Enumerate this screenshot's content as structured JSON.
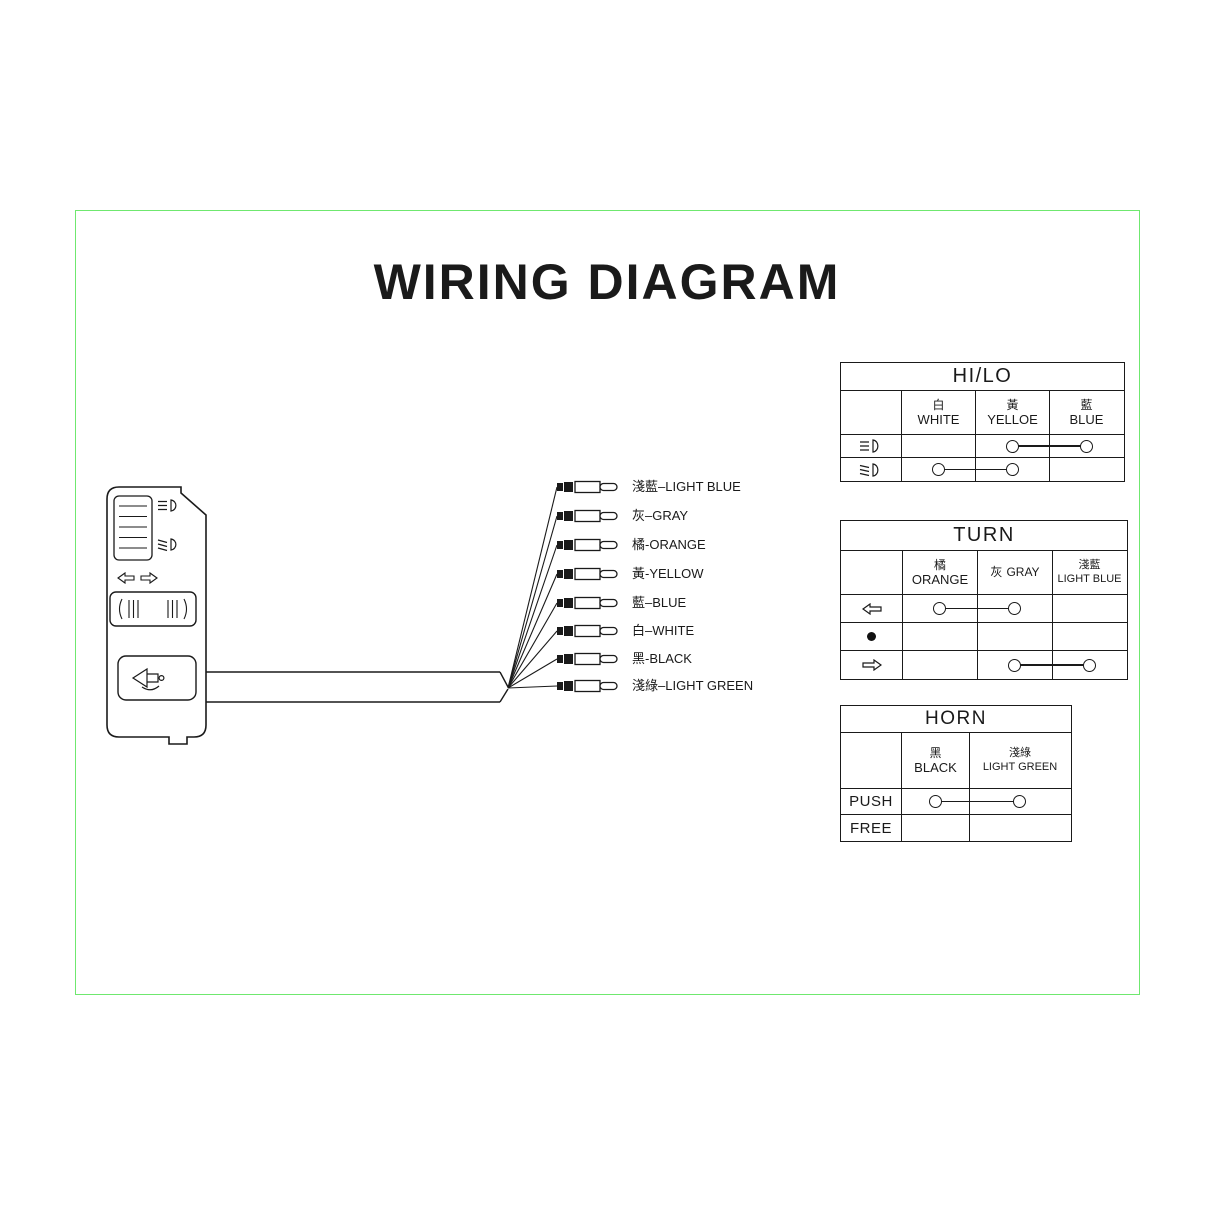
{
  "title": "WIRING DIAGRAM",
  "colors": {
    "frame_green": "#6fe86f",
    "ink": "#1a1a1a"
  },
  "wires": [
    {
      "label": "淺藍–LIGHT BLUE"
    },
    {
      "label": "灰–GRAY"
    },
    {
      "label": "橘-ORANGE"
    },
    {
      "label": "黃-YELLOW"
    },
    {
      "label": "藍–BLUE"
    },
    {
      "label": "白–WHITE"
    },
    {
      "label": "黑-BLACK"
    },
    {
      "label": "淺綠–LIGHT GREEN"
    }
  ],
  "tables": {
    "hilo": {
      "title": "HI/LO",
      "columns": [
        {
          "cn": "白",
          "en": "WHITE"
        },
        {
          "cn": "黃",
          "en": "YELLOE"
        },
        {
          "cn": "藍",
          "en": "BLUE"
        }
      ],
      "rows": [
        {
          "icon": "high-beam-icon",
          "connections": [
            "YELLOE",
            "BLUE"
          ]
        },
        {
          "icon": "low-beam-icon",
          "connections": [
            "WHITE",
            "YELLOE"
          ]
        }
      ]
    },
    "turn": {
      "title": "TURN",
      "columns": [
        {
          "cn": "橘",
          "en": "ORANGE"
        },
        {
          "cn": "灰",
          "en": "GRAY"
        },
        {
          "cn": "淺藍",
          "en": "LIGHT BLUE"
        }
      ],
      "rows": [
        {
          "icon": "left-arrow-icon",
          "connections": [
            "ORANGE",
            "GRAY"
          ]
        },
        {
          "icon": "center-dot-icon",
          "connections": []
        },
        {
          "icon": "right-arrow-icon",
          "connections": [
            "GRAY",
            "LIGHT BLUE"
          ]
        }
      ]
    },
    "horn": {
      "title": "HORN",
      "columns": [
        {
          "cn": "黑",
          "en": "BLACK"
        },
        {
          "cn": "淺綠",
          "en": "LIGHT GREEN"
        }
      ],
      "rows": [
        {
          "label": "PUSH",
          "connections": [
            "BLACK",
            "LIGHT GREEN"
          ]
        },
        {
          "label": "FREE",
          "connections": []
        }
      ]
    }
  }
}
